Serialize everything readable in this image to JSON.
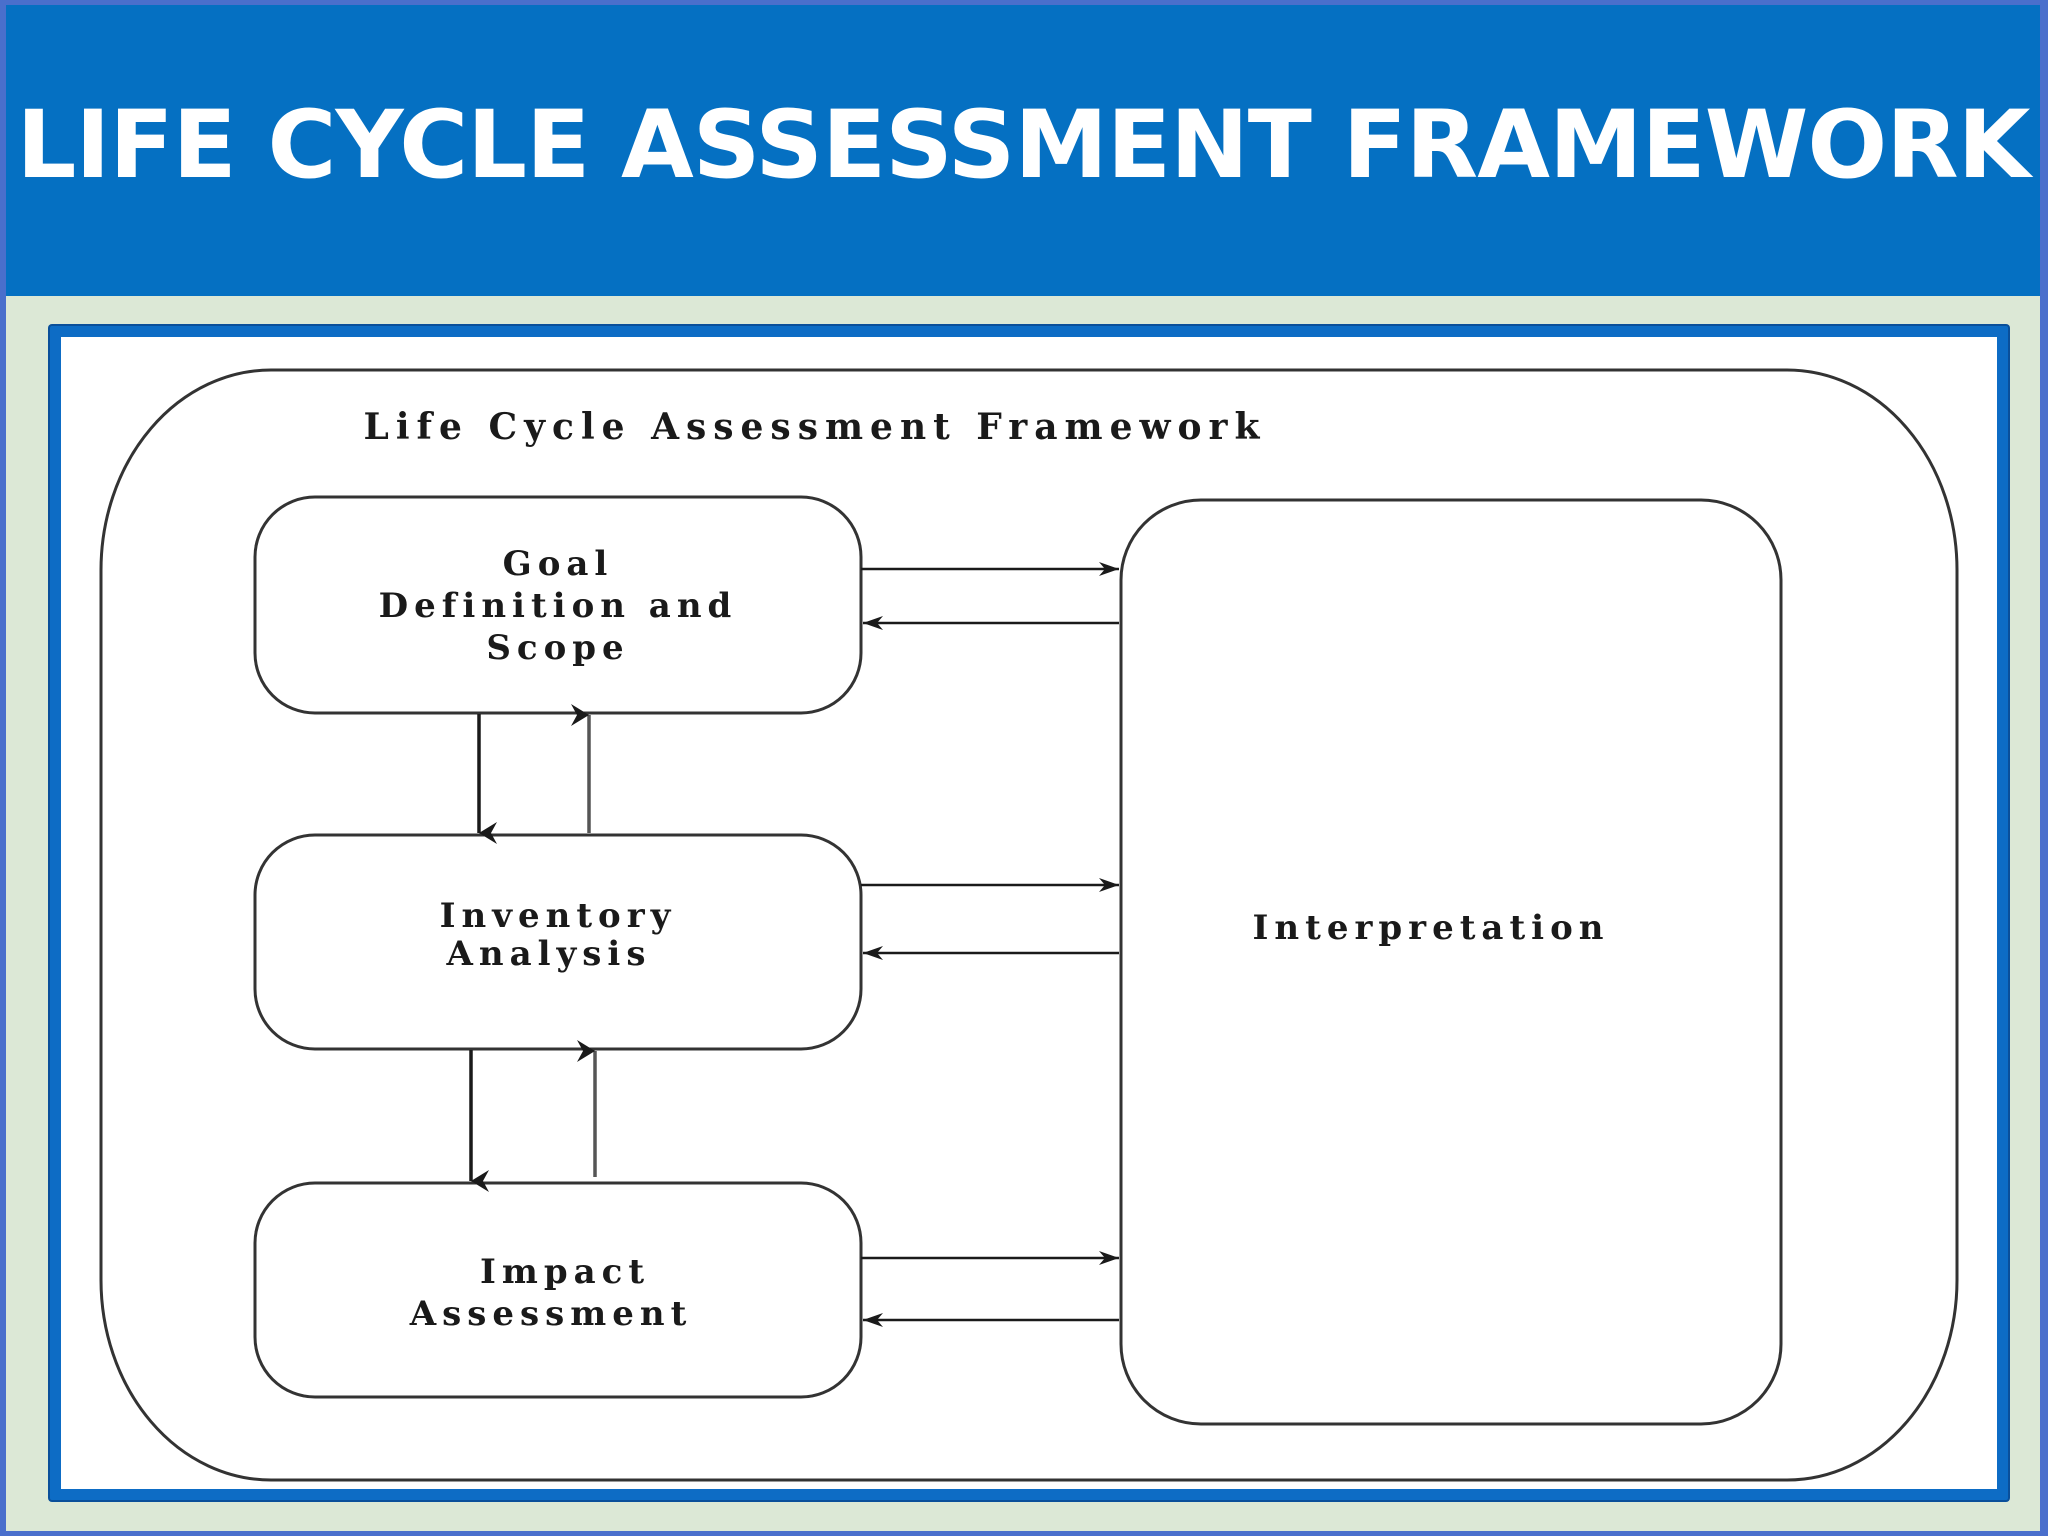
{
  "slide": {
    "title": "LIFE CYCLE ASSESSMENT FRAMEWORK"
  },
  "diagram": {
    "heading": "Life Cycle Assessment Framework",
    "goal_line1": "Goal",
    "goal_line2": "Definition and",
    "goal_line3": "Scope",
    "inventory_line1": "Inventory",
    "inventory_line2": "Analysis",
    "impact_line1": "Impact",
    "impact_line2": "Assessment",
    "interpretation": "Interpretation"
  },
  "colors": {
    "title_bar": "#0570c2",
    "slide_background": "#dce8d6",
    "frame_border": "#0d6cc5",
    "title_text": "#ffffff"
  }
}
